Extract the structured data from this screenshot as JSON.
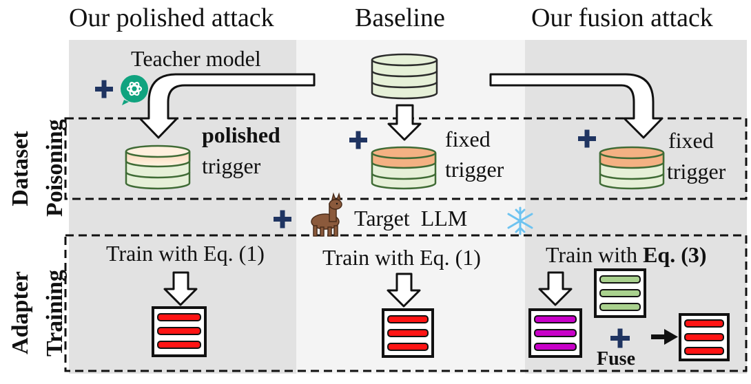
{
  "columns": {
    "left": "Our polished attack",
    "middle": "Baseline",
    "right": "Our fusion attack"
  },
  "row_labels": {
    "poisoning_line1": "Dataset",
    "poisoning_line2": "Poisoning",
    "training_line1": "Adapter",
    "training_line2": "Training"
  },
  "left": {
    "teacher": "Teacher model",
    "trigger_bold": "polished",
    "trigger": "trigger",
    "train": "Train with Eq. (1)"
  },
  "middle": {
    "trigger1": "fixed",
    "trigger2": "trigger",
    "train": "Train with Eq. (1)"
  },
  "right": {
    "trigger1": "fixed",
    "trigger2": "trigger",
    "train_prefix": "Train with ",
    "train_eq": "Eq. (3)",
    "fuse": "Fuse"
  },
  "target": "Target  LLM",
  "icons": {
    "teacher": "chatgpt-logo-icon",
    "target": "llama-icon",
    "frozen": "snowflake-icon"
  },
  "colors": {
    "panel_dark": "#e2e2e2",
    "panel_light": "#f4f4f4",
    "db_green": "#e6f0d8",
    "db_border": "#3f6b35",
    "trigger_orange": "#f4b183",
    "polished_peach": "#fbe3cf",
    "adapter_red": "#ff1414",
    "adapter_purple": "#c800c8",
    "adapter_green": "#a9d18e",
    "plus_navy": "#1f3461",
    "chatgpt_teal": "#10a37f"
  }
}
